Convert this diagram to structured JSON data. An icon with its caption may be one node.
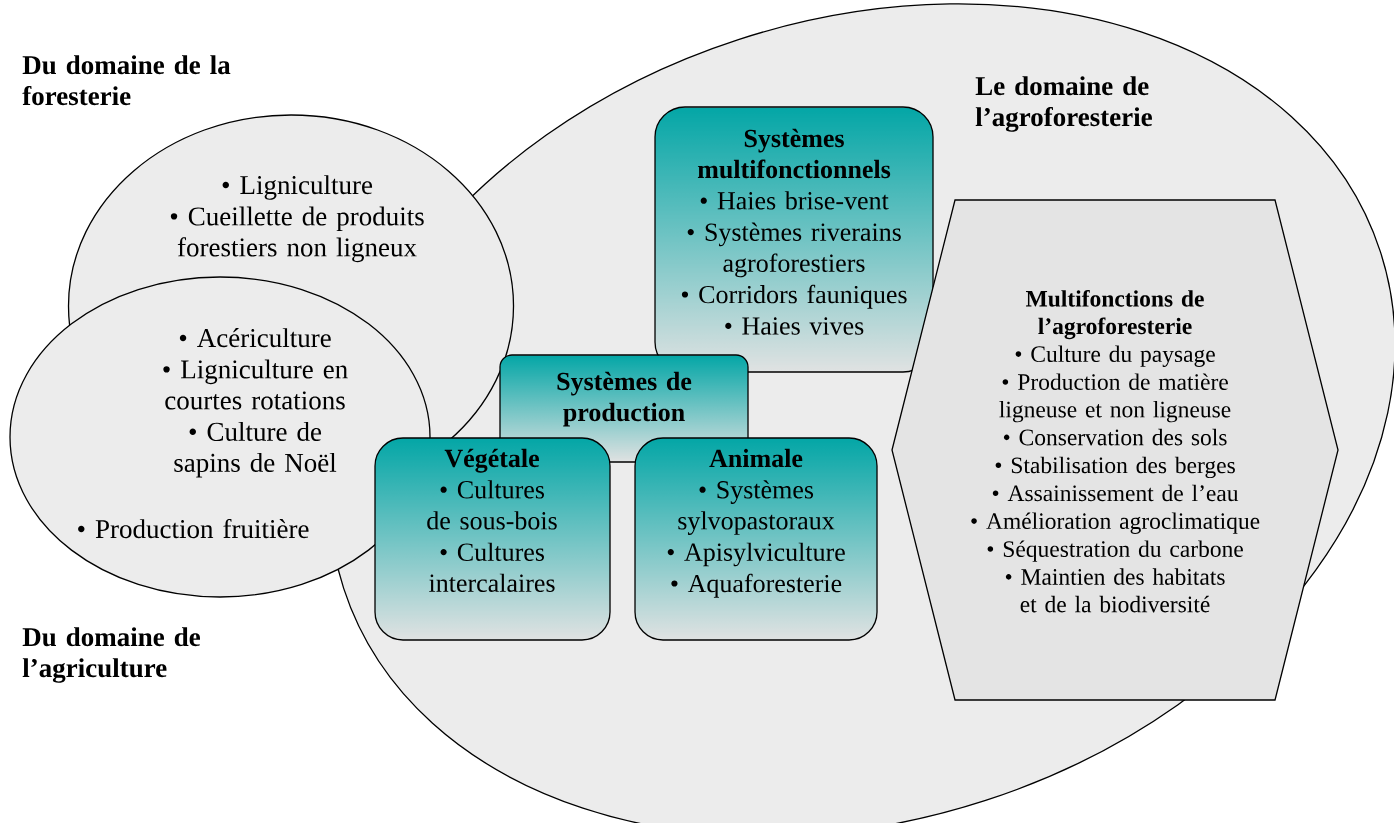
{
  "diagram": {
    "nodes": [
      {
        "text": [
          "Le domaine de l’agroforesterie"
        ]
      },
      {
        "text": [
          "Du domaine de la foresterie",
          "• Ligniculture",
          "• Cueillette de produits forestiers non ligneux"
        ]
      },
      {
        "text": [
          "• Production fruitière",
          "Du domaine de l’agriculture"
        ]
      },
      {
        "text": [
          "Systèmes multifonctionnels",
          "• Haies brise-vent",
          "• Systèmes riverains agroforestiers",
          "• Corridors fauniques",
          "• Haies vives"
        ],
        "in": 0
      },
      {
        "text": [
          "Systèmes de production"
        ],
        "in": 0
      },
      {
        "text": [
          "Végétale",
          "• Cultures de sous-bois",
          "• Cultures intercalaires"
        ],
        "in": 0
      },
      {
        "text": [
          "Animale",
          "• Systèmes sylvopastoraux",
          "• Apisylviculture",
          "• Aquaforesterie"
        ],
        "in": 0
      },
      {
        "text": [
          "Multifonctions de l’agroforesterie",
          "• Culture du paysage",
          "• Production de matière ligneuse et non ligneuse",
          "• Conservation des sols",
          "• Stabilisation des berges",
          "• Assainissement de l’eau",
          "• Amélioration agroclimatique",
          "• Séquestration du carbone",
          "• Maintien des habitats et de la biodiversité"
        ],
        "in": 0
      }
    ],
    "labels": [
      "• Acériculture",
      "• Ligniculture en courtes rotations",
      "• Culture de sapins de Noël"
    ]
  }
}
